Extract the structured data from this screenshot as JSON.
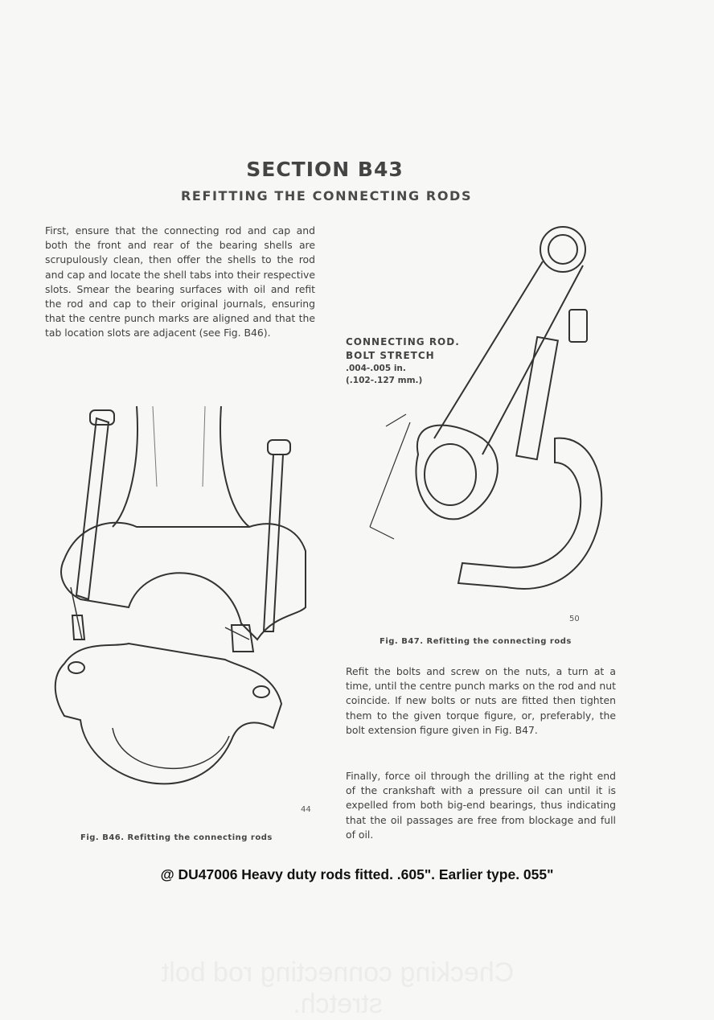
{
  "section_title": "SECTION B43",
  "subtitle": "REFITTING THE CONNECTING RODS",
  "paragraphs": [
    "First, ensure that the connecting rod and cap and both the front and rear of the bearing shells are scrupulously clean, then offer the shells to the rod and cap and locate the shell tabs into their respective slots. Smear the bearing surfaces with oil and refit the rod and cap to their original journals, ensuring that the centre punch marks are aligned and that the tab location slots are adjacent (see Fig. B46).",
    "Refit the bolts and screw on the nuts, a turn at a time, until the centre punch marks on the rod and nut coincide. If new bolts or nuts are fitted then tighten them to the given torque figure, or, preferably, the bolt extension figure given in Fig. B47.",
    "Finally, force oil through the drilling at the right end of the crankshaft with a pressure oil can until it is expelled from both big-end bearings, thus indicating that the oil passages are free from blockage and full of oil."
  ],
  "figure_label": {
    "line1": "CONNECTING ROD.",
    "line2": "BOLT STRETCH",
    "line3": ".004-.005 in.",
    "line4": "(.102-.127 mm.)"
  },
  "fig46": {
    "caption": "Fig. B46.  Refitting the connecting rods",
    "number": "44"
  },
  "fig47": {
    "caption": "Fig. B47.  Refitting the connecting rods",
    "number": "50"
  },
  "annotation": "@ DU47006 Heavy duty rods fitted. .605\".      Earlier type. 055\"",
  "bleed_through": "Checking connecting rod bolt stretch."
}
